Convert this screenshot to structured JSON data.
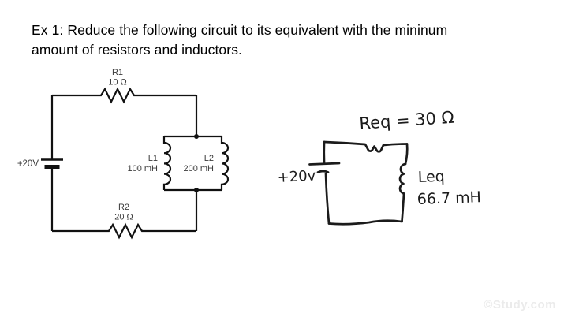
{
  "title": {
    "line1": "Ex 1: Reduce the following circuit to its equivalent with the mininum",
    "line2": "amount of resistors and inductors."
  },
  "printed": {
    "source": "+20V",
    "r1": {
      "name": "R1",
      "value": "10 Ω"
    },
    "r2": {
      "name": "R2",
      "value": "20 Ω"
    },
    "l1": {
      "name": "L1",
      "value": "100 mH"
    },
    "l2": {
      "name": "L2",
      "value": "200 mH"
    }
  },
  "handwritten": {
    "req": "Req = 30 Ω",
    "source": "+20v",
    "leq_name": "Leq",
    "leq_value": "66.7 mH"
  },
  "watermark": "©Study.com",
  "colors": {
    "background": "#ffffff",
    "circuit_ink": "#111111",
    "printed_label": "#3c3c3c",
    "handwritten_ink": "#1b1b1b",
    "watermark": "#ebebeb"
  }
}
